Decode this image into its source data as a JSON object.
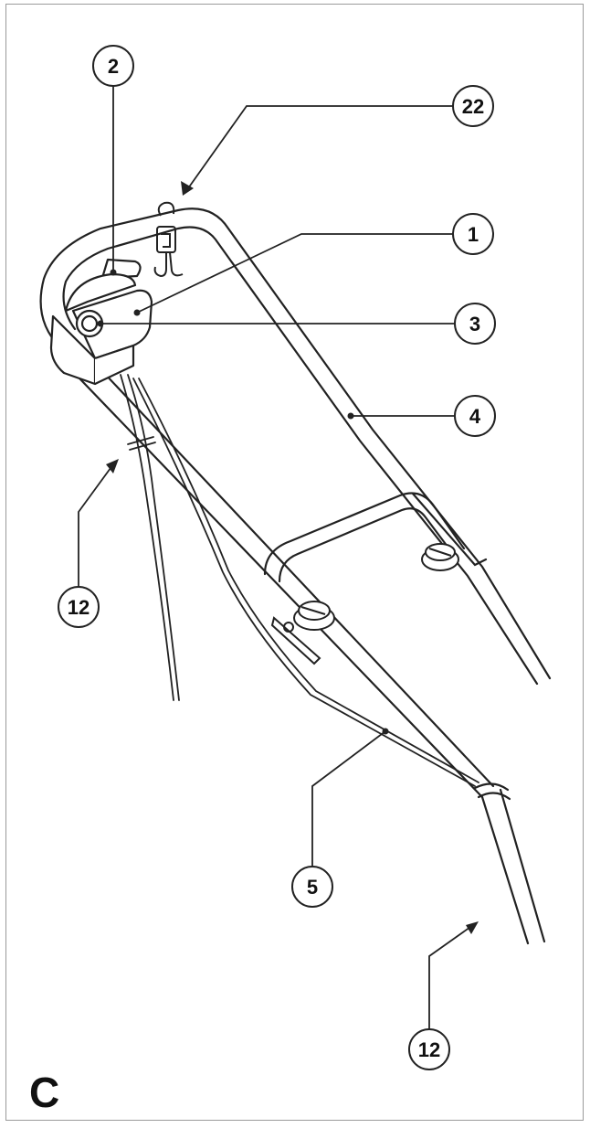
{
  "figure": {
    "panel_label": "C",
    "callouts": [
      {
        "id": "2",
        "text": "2"
      },
      {
        "id": "22",
        "text": "22"
      },
      {
        "id": "1",
        "text": "1"
      },
      {
        "id": "3",
        "text": "3"
      },
      {
        "id": "4",
        "text": "4"
      },
      {
        "id": "12a",
        "text": "12"
      },
      {
        "id": "5",
        "text": "5"
      },
      {
        "id": "12b",
        "text": "12"
      }
    ]
  },
  "colors": {
    "line": "#222222",
    "frame": "#9a9a9a",
    "background": "#ffffff"
  }
}
